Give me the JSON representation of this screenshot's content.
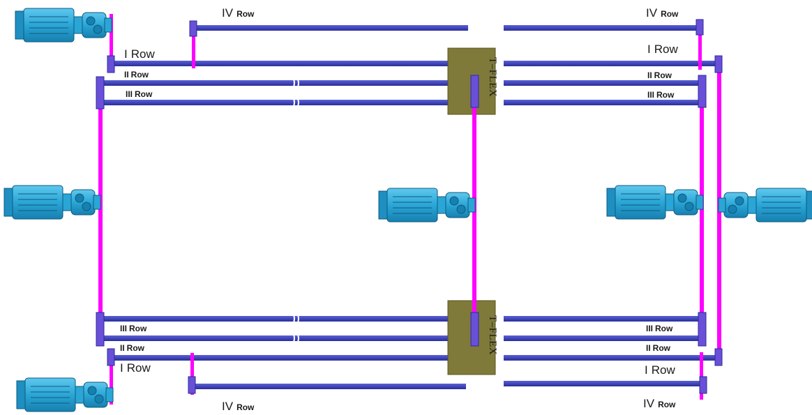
{
  "labels": {
    "row_I": "I",
    "row_II": "II",
    "row_III": "III",
    "row_IV": "IV",
    "row_word": "Row"
  },
  "tflex_label": "T–FLEX",
  "colors": {
    "conveyor_rail": "#3a3fb8",
    "drive_shaft": "#ff00ff",
    "motor_body": "#2eaad8",
    "tflex_block": "#7f7a3a"
  }
}
